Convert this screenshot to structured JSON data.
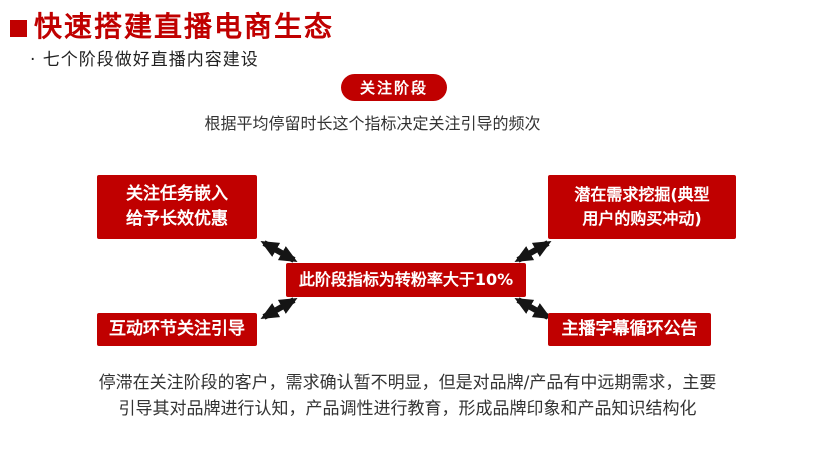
{
  "slide": {
    "title": "快速搭建直播电商生态",
    "subtitle": "· 七个阶段做好直播内容建设",
    "badge": "关注阶段",
    "description": "根据平均停留时长这个指标决定关注引导的频次",
    "footer": "停滞在关注阶段的客户，需求确认暂不明显，但是对品牌/产品有中远期需求，主要\n引导其对品牌进行认知，产品调性进行教育，形成品牌印象和产品知识结构化"
  },
  "diagram": {
    "center_box": "此阶段指标为转粉率大于10%",
    "top_left_box": "关注任务嵌入\n给予长效优惠",
    "top_right_box": "潜在需求挖掘(典型\n用户的购买冲动)",
    "bottom_left_box": "互动环节关注引导",
    "bottom_right_box": "主播字幕循环公告"
  },
  "colors": {
    "accent_red": "#c00000",
    "text_dark": "#333333",
    "arrow_black": "#151515",
    "badge_text_white": "#ffffff"
  }
}
